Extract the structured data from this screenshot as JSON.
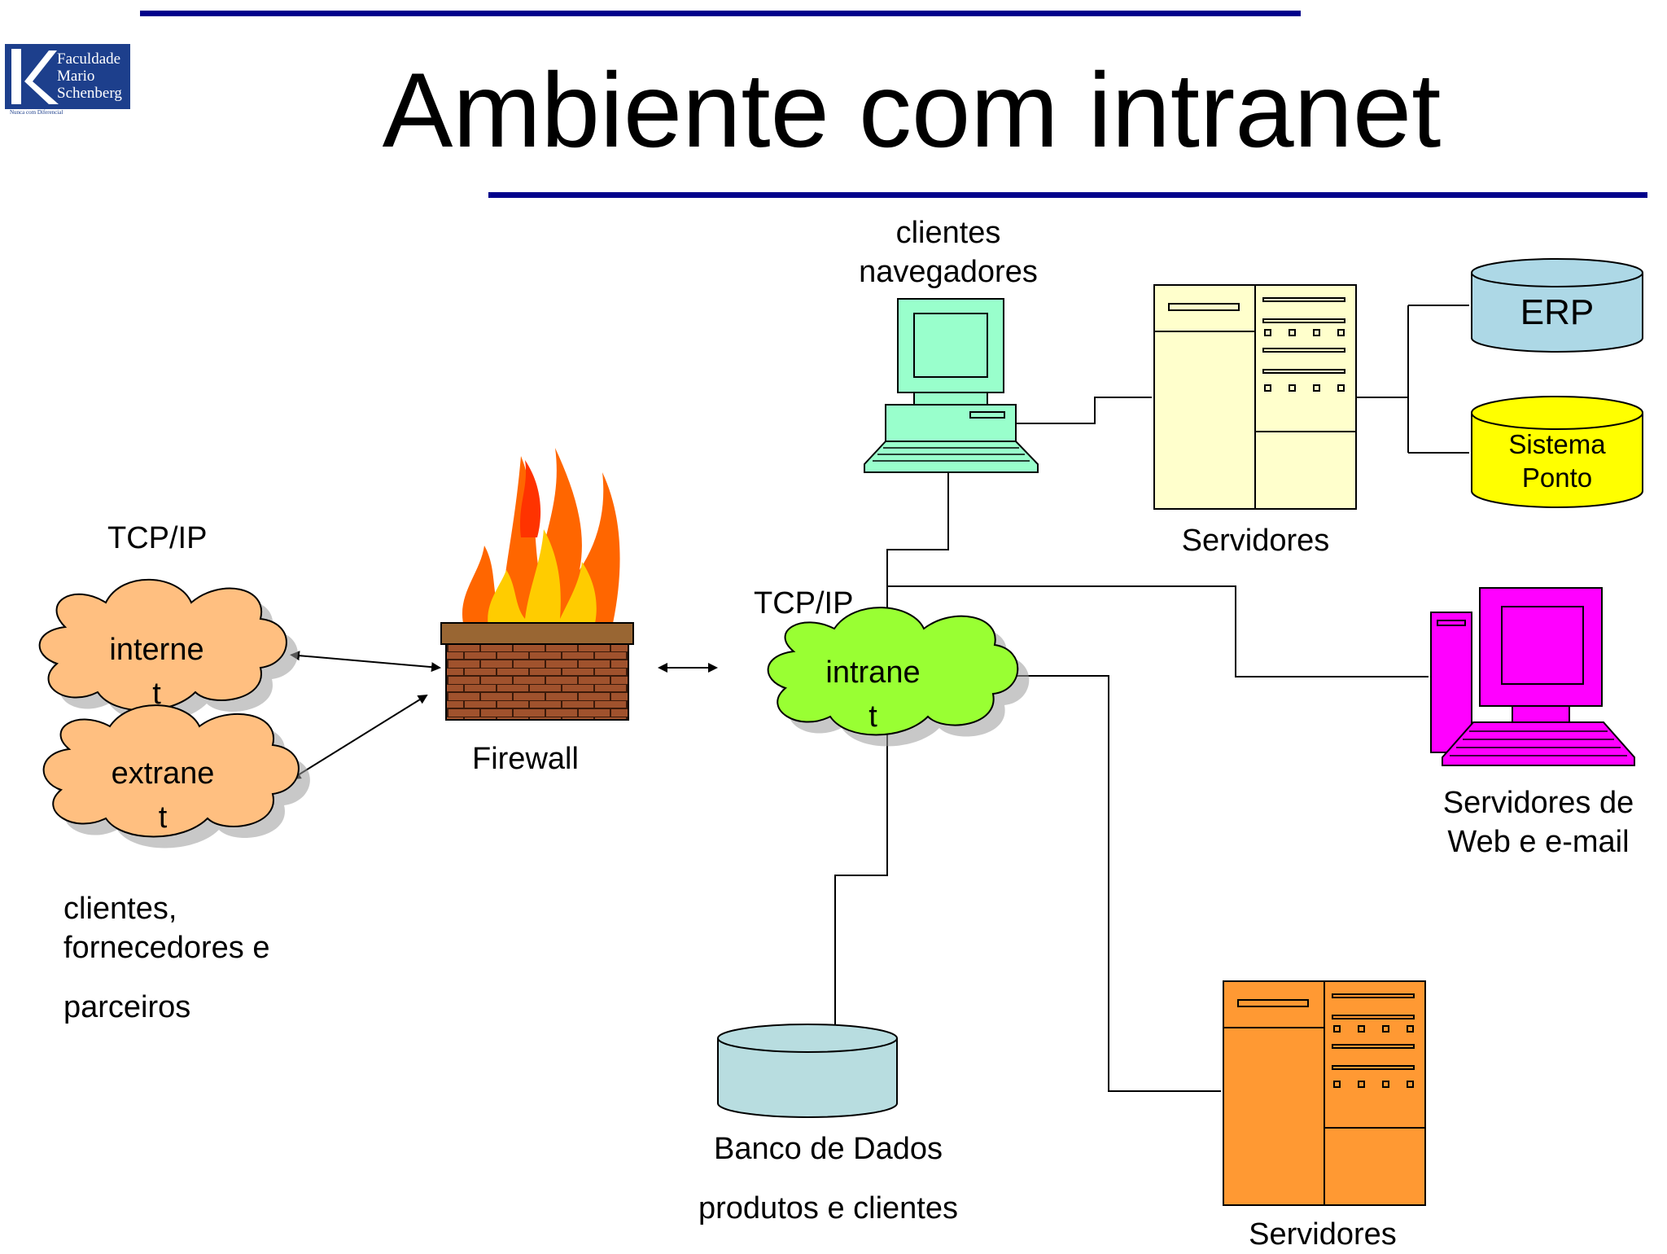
{
  "title": "Ambiente com intranet",
  "logo": {
    "lines": [
      "Faculdade",
      "Mario",
      "Schenberg"
    ],
    "tagline": "Nunca com Diferencial"
  },
  "colors": {
    "rule": "#00008b",
    "cloud_outer": "#ffbf80",
    "cloud_intranet": "#99ff33",
    "client_pc": "#99ffcc",
    "server_cream": "#ffffcc",
    "erp_db": "#add8e6",
    "sistema_db": "#ffff00",
    "web_pc": "#ff00ff",
    "server_orange": "#ff9933",
    "database": "#b8dde0",
    "brick": "#a0522d"
  },
  "nodes": {
    "internet": {
      "label_line1": "interne",
      "label_line2": "t"
    },
    "extranet": {
      "label_line1": "extrane",
      "label_line2": "t"
    },
    "intranet": {
      "label_line1": "intrane",
      "label_line2": "t"
    },
    "firewall": {
      "label": "Firewall"
    },
    "clients": {
      "label_line1": "clientes",
      "label_line2": "navegadores"
    },
    "servers_top": {
      "label": "Servidores"
    },
    "erp": {
      "label": "ERP"
    },
    "sistema_ponto": {
      "label_line1": "Sistema",
      "label_line2": "Ponto"
    },
    "web_mail": {
      "label_line1": "Servidores de",
      "label_line2": "Web e e-mail"
    },
    "database": {
      "label_line1": "Banco de Dados",
      "label_line2": "produtos e clientes"
    },
    "servers_bottom": {
      "label": "Servidores"
    }
  },
  "labels": {
    "tcpip_left": "TCP/IP",
    "tcpip_right": "TCP/IP",
    "partners_line1": "clientes,",
    "partners_line2": "fornecedores e",
    "partners_line3": "parceiros"
  }
}
